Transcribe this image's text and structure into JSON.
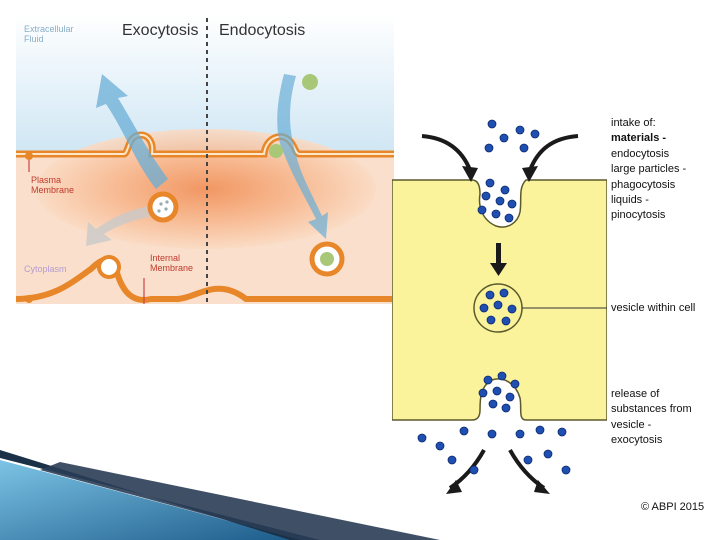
{
  "left": {
    "header_exo": "Exocytosis",
    "header_endo": "Endocytosis",
    "extracellular_line1": "Extracellular",
    "extracellular_line2": "Fluid",
    "plasma_line1": "Plasma",
    "plasma_line2": "Membrane",
    "cytoplasm": "Cytoplasm",
    "internal_line1": "Internal",
    "internal_line2": "Membrane"
  },
  "right": {
    "intake_lines": [
      "intake of:",
      "materials -",
      "endocytosis",
      "large particles -",
      "phagocytosis",
      "liquids -",
      "pinocytosis"
    ],
    "vesicle_within": "vesicle within cell",
    "release_lines": [
      "release of",
      "substances from",
      "vesicle -",
      "exocytosis"
    ],
    "copyright": "© ABPI 2015"
  },
  "colors": {
    "membrane": "#e8862a",
    "cell_fill": "#fbf39c",
    "particle": "#1f4fb0",
    "accent_blue": "#5aaad8"
  }
}
